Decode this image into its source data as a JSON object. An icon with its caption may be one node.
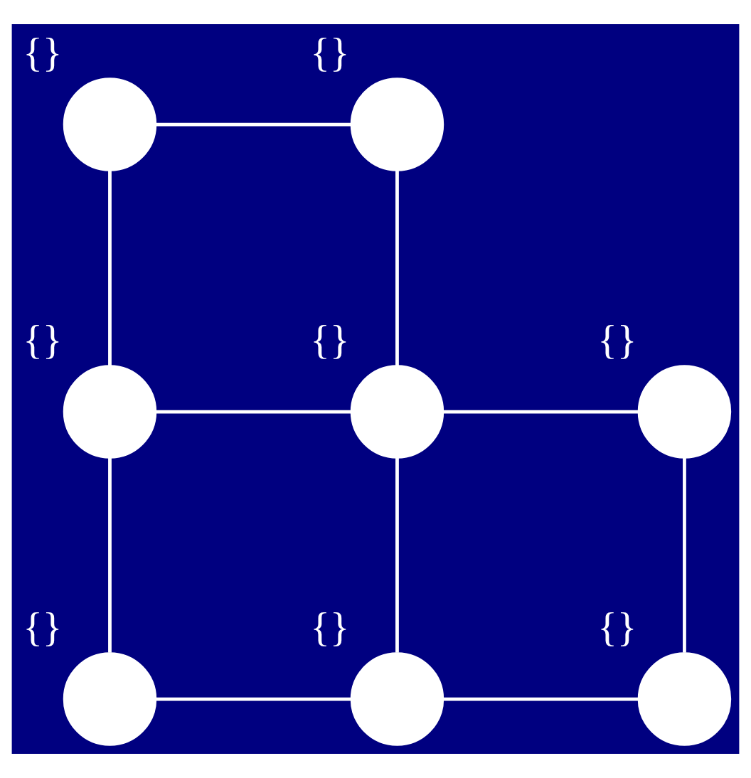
{
  "diagram": {
    "nodes": [
      {
        "text": [],
        "shape": "circle",
        "beside": [
          "{}"
        ]
      },
      {
        "text": [],
        "shape": "circle",
        "beside": [
          "{}"
        ]
      },
      {
        "text": [],
        "shape": "circle",
        "beside": [
          "{}"
        ]
      },
      {
        "text": [],
        "shape": "circle",
        "beside": [
          "{}"
        ]
      },
      {
        "text": [],
        "shape": "circle",
        "beside": [
          "{}"
        ]
      },
      {
        "text": [],
        "shape": "circle",
        "beside": [
          "{}"
        ]
      },
      {
        "text": [],
        "shape": "circle",
        "beside": [
          "{}"
        ]
      },
      {
        "text": [],
        "shape": "circle",
        "beside": [
          "{}"
        ]
      }
    ],
    "edges": [
      {
        "from": 0,
        "to": 1,
        "arrow": "none"
      },
      {
        "from": 0,
        "to": 2,
        "arrow": "none"
      },
      {
        "from": 1,
        "to": 3,
        "arrow": "none"
      },
      {
        "from": 2,
        "to": 3,
        "arrow": "none"
      },
      {
        "from": 3,
        "to": 4,
        "arrow": "none"
      },
      {
        "from": 2,
        "to": 5,
        "arrow": "none"
      },
      {
        "from": 3,
        "to": 6,
        "arrow": "none"
      },
      {
        "from": 4,
        "to": 7,
        "arrow": "none"
      },
      {
        "from": 5,
        "to": 6,
        "arrow": "none"
      },
      {
        "from": 6,
        "to": 7,
        "arrow": "none"
      }
    ]
  }
}
